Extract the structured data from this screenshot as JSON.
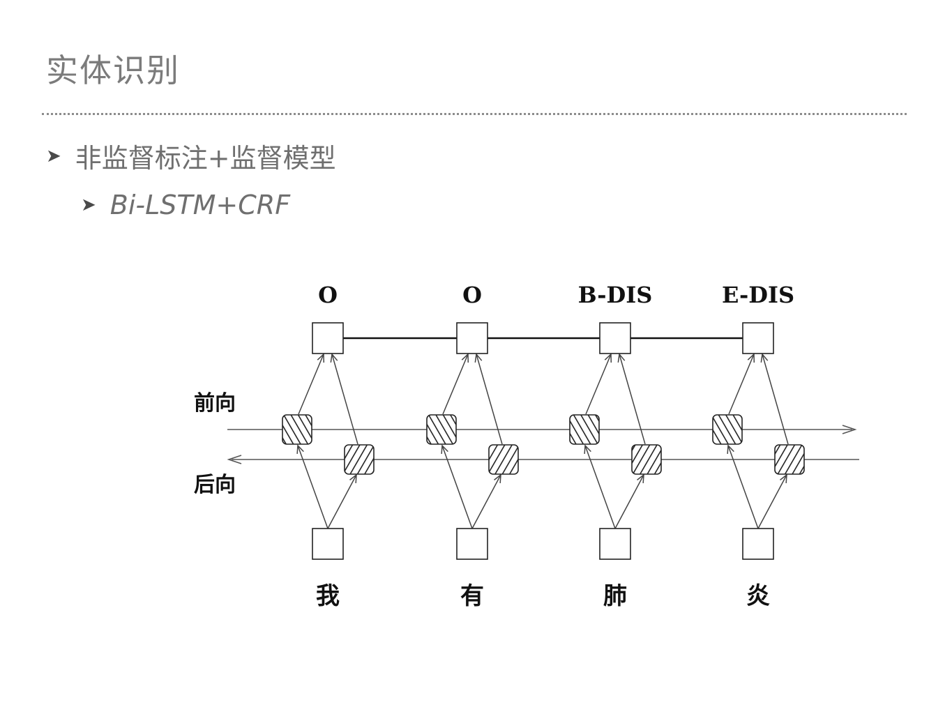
{
  "slide": {
    "title": "实体识别",
    "bullets": [
      {
        "arrow": "➤",
        "text": "非监督标注+监督模型"
      },
      {
        "arrow": "➤",
        "text": "Bi-LSTM+CRF"
      }
    ]
  },
  "diagram": {
    "tags": [
      "O",
      "O",
      "B-DIS",
      "E-DIS"
    ],
    "tokens": [
      "我",
      "有",
      "肺",
      "炎"
    ],
    "forward_label": "前向",
    "backward_label": "后向"
  }
}
